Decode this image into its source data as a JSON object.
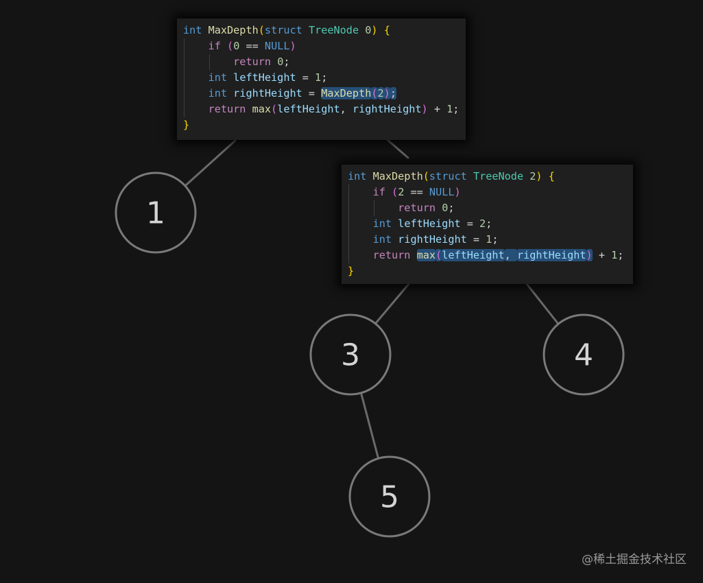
{
  "colors": {
    "background": "#141414",
    "node_stroke": "#7a7a7a",
    "edge": "#6a6a6a",
    "highlight": "#264f78"
  },
  "nodes": [
    {
      "id": "1",
      "label": "1"
    },
    {
      "id": "3",
      "label": "3"
    },
    {
      "id": "4",
      "label": "4"
    },
    {
      "id": "5",
      "label": "5"
    }
  ],
  "code_boxes": [
    {
      "lines": [
        [
          [
            "int",
            "kw"
          ],
          [
            " ",
            "op"
          ],
          [
            "MaxDepth",
            "fn"
          ],
          [
            "(",
            "brace"
          ],
          [
            "struct",
            "kw"
          ],
          [
            " ",
            "op"
          ],
          [
            "TreeNode",
            "ty"
          ],
          [
            " ",
            "op"
          ],
          [
            "0",
            "num"
          ],
          [
            ")",
            "brace"
          ],
          [
            " ",
            "op"
          ],
          [
            "{",
            "brace"
          ]
        ],
        [
          [
            "    ",
            "op"
          ],
          [
            "if",
            "ctl"
          ],
          [
            " ",
            "op"
          ],
          [
            "(",
            "paren"
          ],
          [
            "0",
            "num"
          ],
          [
            " == ",
            "op"
          ],
          [
            "NULL",
            "kw"
          ],
          [
            ")",
            "paren"
          ]
        ],
        [
          [
            "        ",
            "op"
          ],
          [
            "return",
            "ctl"
          ],
          [
            " ",
            "op"
          ],
          [
            "0",
            "num"
          ],
          [
            ";",
            "op"
          ]
        ],
        [
          [
            "    ",
            "op"
          ],
          [
            "int",
            "kw"
          ],
          [
            " ",
            "op"
          ],
          [
            "leftHeight",
            "var"
          ],
          [
            " = ",
            "op"
          ],
          [
            "1",
            "num"
          ],
          [
            ";",
            "op"
          ]
        ],
        [
          [
            "    ",
            "op"
          ],
          [
            "int",
            "kw"
          ],
          [
            " ",
            "op"
          ],
          [
            "rightHeight",
            "var"
          ],
          [
            " = ",
            "op"
          ],
          [
            "MaxDepth",
            "fn",
            "hl"
          ],
          [
            "(",
            "paren",
            "hl"
          ],
          [
            "2",
            "num",
            "hl"
          ],
          [
            ")",
            "paren",
            "hl"
          ],
          [
            ";",
            "op",
            "hl"
          ]
        ],
        [
          [
            "    ",
            "op"
          ],
          [
            "return",
            "ctl"
          ],
          [
            " ",
            "op"
          ],
          [
            "max",
            "fn"
          ],
          [
            "(",
            "paren"
          ],
          [
            "leftHeight",
            "var"
          ],
          [
            ", ",
            "op"
          ],
          [
            "rightHeight",
            "var"
          ],
          [
            ")",
            "paren"
          ],
          [
            " + ",
            "op"
          ],
          [
            "1",
            "num"
          ],
          [
            ";",
            "op"
          ]
        ],
        [
          [
            "}",
            "brace"
          ]
        ]
      ]
    },
    {
      "lines": [
        [
          [
            "int",
            "kw"
          ],
          [
            " ",
            "op"
          ],
          [
            "MaxDepth",
            "fn"
          ],
          [
            "(",
            "brace"
          ],
          [
            "struct",
            "kw"
          ],
          [
            " ",
            "op"
          ],
          [
            "TreeNode",
            "ty"
          ],
          [
            " ",
            "op"
          ],
          [
            "2",
            "num"
          ],
          [
            ")",
            "brace"
          ],
          [
            " ",
            "op"
          ],
          [
            "{",
            "brace"
          ]
        ],
        [
          [
            "    ",
            "op"
          ],
          [
            "if",
            "ctl"
          ],
          [
            " ",
            "op"
          ],
          [
            "(",
            "paren"
          ],
          [
            "2",
            "num"
          ],
          [
            " == ",
            "op"
          ],
          [
            "NULL",
            "kw"
          ],
          [
            ")",
            "paren"
          ]
        ],
        [
          [
            "        ",
            "op"
          ],
          [
            "return",
            "ctl"
          ],
          [
            " ",
            "op"
          ],
          [
            "0",
            "num"
          ],
          [
            ";",
            "op"
          ]
        ],
        [
          [
            "    ",
            "op"
          ],
          [
            "int",
            "kw"
          ],
          [
            " ",
            "op"
          ],
          [
            "leftHeight",
            "var"
          ],
          [
            " = ",
            "op"
          ],
          [
            "2",
            "num"
          ],
          [
            ";",
            "op"
          ]
        ],
        [
          [
            "    ",
            "op"
          ],
          [
            "int",
            "kw"
          ],
          [
            " ",
            "op"
          ],
          [
            "rightHeight",
            "var"
          ],
          [
            " = ",
            "op"
          ],
          [
            "1",
            "num"
          ],
          [
            ";",
            "op"
          ]
        ],
        [
          [
            "    ",
            "op"
          ],
          [
            "return",
            "ctl"
          ],
          [
            " ",
            "op"
          ],
          [
            "max",
            "fn",
            "hl"
          ],
          [
            "(",
            "paren",
            "hl"
          ],
          [
            "leftHeight",
            "var",
            "hl"
          ],
          [
            ", ",
            "op",
            "hl"
          ],
          [
            "rightHeight",
            "var",
            "hl"
          ],
          [
            ")",
            "paren",
            "hl"
          ],
          [
            " + ",
            "op"
          ],
          [
            "1",
            "num"
          ],
          [
            ";",
            "op"
          ]
        ],
        [
          [
            "}",
            "brace"
          ]
        ]
      ]
    }
  ],
  "watermark": "@稀土掘金技术社区"
}
